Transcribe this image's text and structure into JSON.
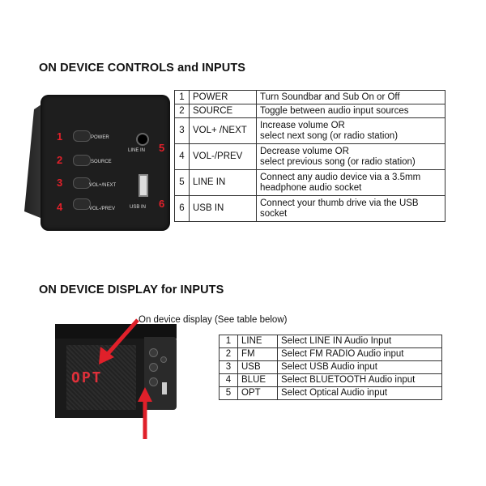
{
  "section1": {
    "title": "ON DEVICE CONTROLS and INPUTS"
  },
  "device1": {
    "labels": [
      {
        "num": "1",
        "label": "POWER"
      },
      {
        "num": "2",
        "label": "SOURCE"
      },
      {
        "num": "3",
        "label": "VOL+/NEXT"
      },
      {
        "num": "4",
        "label": "VOL-/PREV"
      },
      {
        "num": "5",
        "label": "LINE IN"
      },
      {
        "num": "6",
        "label": "USB IN"
      }
    ]
  },
  "controls_table": [
    {
      "num": "1",
      "name": "POWER",
      "desc": "Turn Soundbar and Sub On or Off"
    },
    {
      "num": "2",
      "name": "SOURCE",
      "desc": "Toggle between audio input sources"
    },
    {
      "num": "3",
      "name": "VOL+ /NEXT",
      "desc": "Increase volume OR\nselect next song (or radio station)"
    },
    {
      "num": "4",
      "name": "VOL-/PREV",
      "desc": "Decrease volume OR\nselect previous song (or radio station)"
    },
    {
      "num": "5",
      "name": "LINE IN",
      "desc": "Connect any audio device via a 3.5mm\nheadphone audio socket"
    },
    {
      "num": "6",
      "name": "USB IN",
      "desc": "Connect your thumb drive via the USB\nsocket"
    }
  ],
  "section2": {
    "title": "ON DEVICE DISPLAY for INPUTS",
    "callout": "On device display (See table below)",
    "display": "OPT"
  },
  "inputs_table": [
    {
      "num": "1",
      "name": "LINE",
      "desc": "Select LINE IN Audio Input"
    },
    {
      "num": "2",
      "name": "FM",
      "desc": "Select FM RADIO Audio input"
    },
    {
      "num": "3",
      "name": "USB",
      "desc": "Select USB Audio input"
    },
    {
      "num": "4",
      "name": "BLUE",
      "desc": "Select BLUETOOTH Audio input"
    },
    {
      "num": "5",
      "name": "OPT",
      "desc": "Select Optical Audio input"
    }
  ],
  "colors": {
    "accent_red": "#e0202a"
  }
}
